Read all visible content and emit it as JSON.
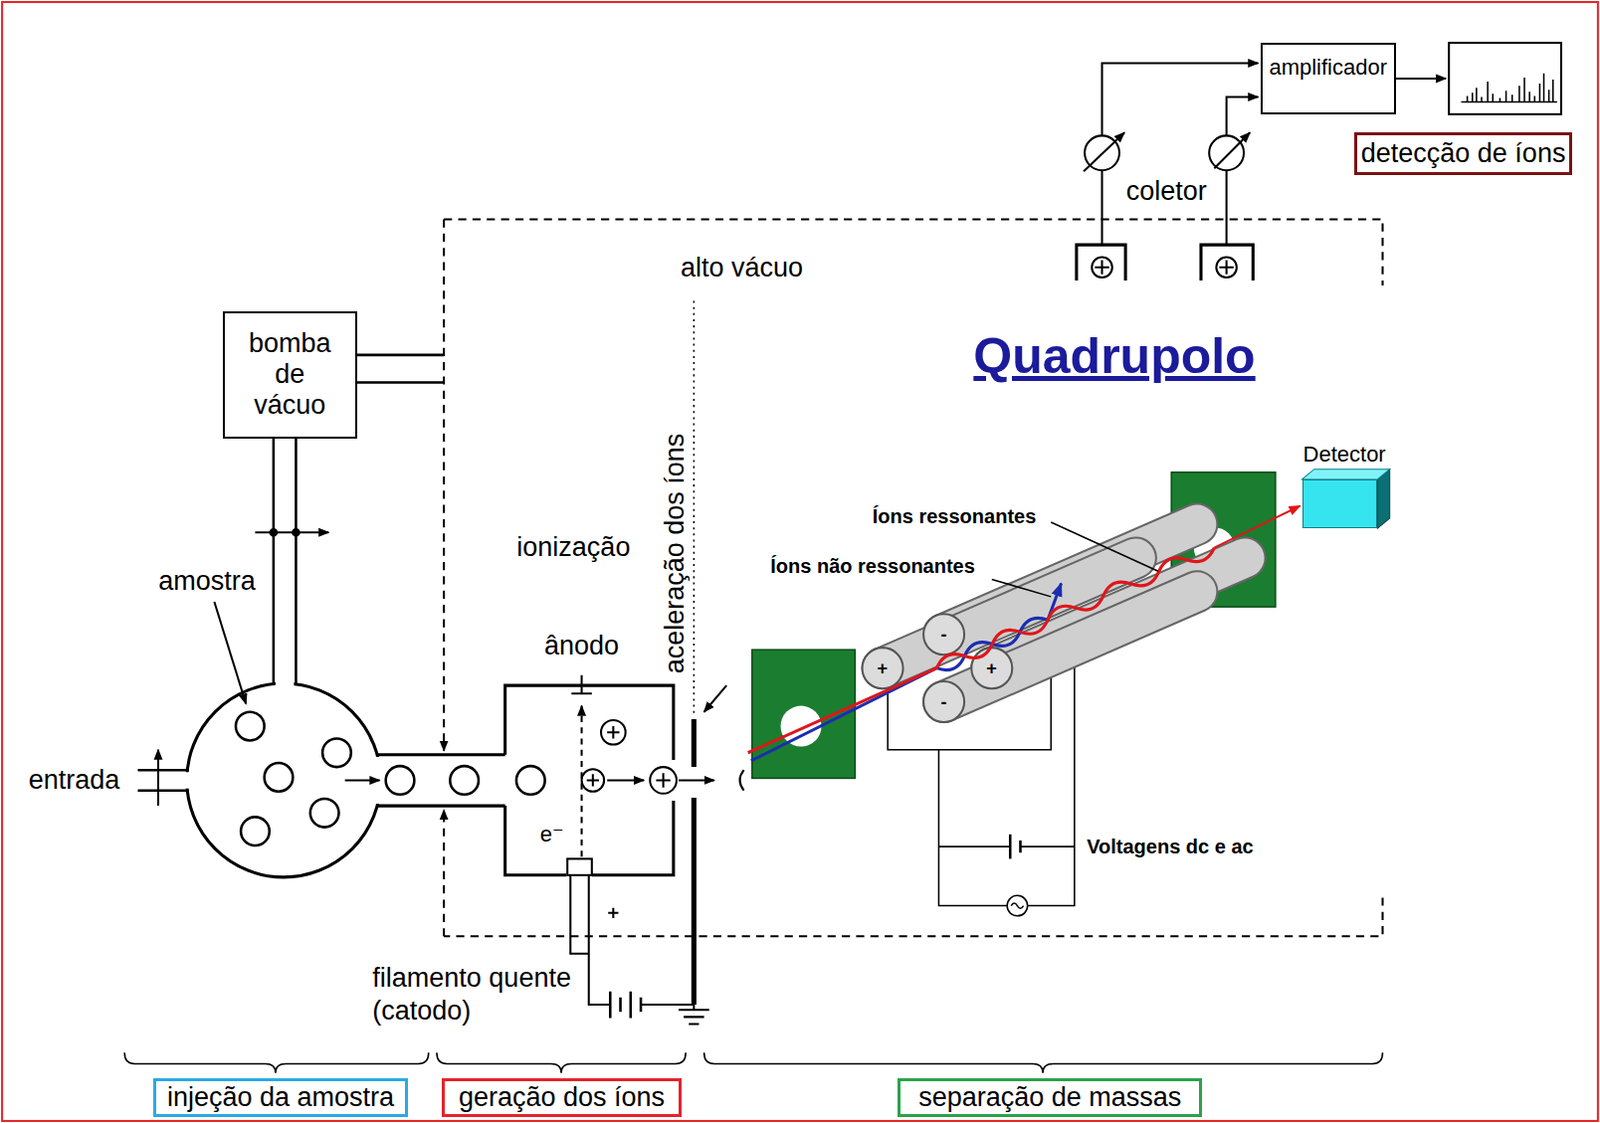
{
  "diagram": {
    "nodes": [
      {
        "text": [
          "amplificador"
        ]
      },
      {
        "text": [
          "detecção de íons"
        ]
      },
      {
        "text": [
          "bomba de vácuo"
        ]
      },
      {
        "text": [
          "Detector"
        ]
      },
      {
        "text": [
          "injeção da amostra"
        ]
      },
      {
        "text": [
          "geração dos íons"
        ]
      },
      {
        "text": [
          "separação de massas"
        ]
      }
    ],
    "labels": [
      "coletor",
      "alto vácuo",
      "Quadrupolo",
      "Íons ressonantes",
      "ionização",
      "Íons não ressonantes",
      "amostra",
      "aceleração dos íons",
      "ânodo",
      "-",
      "+",
      "+",
      "-",
      "entrada",
      "e⁻",
      "Voltagens dc e ac",
      "filamento quente (catodo)"
    ]
  }
}
